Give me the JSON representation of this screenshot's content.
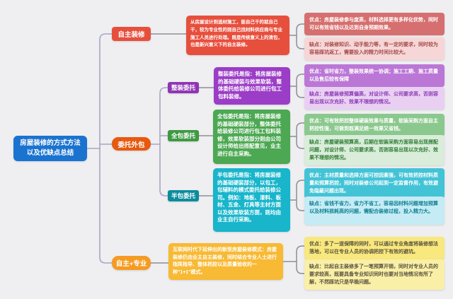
{
  "root": {
    "label": "房屋装修的方式方法以及优缺点总结"
  },
  "branches": [
    {
      "label": "自主装修",
      "desc": "从房屋设计到选材施工，能自己干的就自己干，较为专业性的则自己找材料供应商与专业施工人员进行处理。既是传统意义上的清包，也是新兴意义下的自主装修。",
      "pros": "优点：房屋装修参与度高，材料选择更有多样化优势，同时可以有效省钱以及达到自身预期效果。",
      "cons": "缺点：对装修知识、动手能力等，有一定的要求，同时较为容易踩坑返工，需要投入的精力时间比较大。"
    },
    {
      "label": "委托外包",
      "children": [
        {
          "label": "整装委托",
          "desc": "整装委托是指：将房屋装修的基础硬装与效果软装，整体委托给装修公司进行包工包料装修。",
          "pros": "优点：省时省力，整装效果统一协调；施工工期、施工质量以及售后较有保障",
          "cons": "缺点：房屋装修预算偏高，对设计师、公司要求高，否则容易出现以次充好、效果不理想的情况。"
        },
        {
          "label": "全包委托",
          "desc": "全包委托是指：将房屋装修的基础硬装部分，整体委托给装修公司进行包工包料装修，效果软装部分则由公司设计师给出搭配意见，业主进行自主采购。",
          "pros": "优点：可有效把控整体硬装效果与质量，软装采购方面自主把控性强，可做到既满足统一效果又省钱。",
          "cons": "缺点：房屋硬装预算高，后期在软装采购方面容易出现搭配问题，对设计师、公司要求高，否则容易出现以次充好、效果不理想的情况。"
        },
        {
          "label": "半包委托",
          "desc": "半包委托是指：将房屋装修的基础硬装部分，以包工，包辅料的模式委托给装修公司。例如：地板、漆料、板材、五金、灯具等主材方面以及效果软装方面，则均由业主自行采购。",
          "pros": "优点：主材质量和选择方面可控因素强，可有效把控材料质量和预算把控，同时对装修公司起到一定监督作用，有效避免隐蔽问题出现。",
          "cons": "缺点：省钱不省力，省力不省工，容易因材料问题增加预算以及材料损耗高的问题，需配合装修过程，投入精力大。"
        }
      ]
    },
    {
      "label": "自主+专业",
      "desc": "互联网时代下延伸出的新型房屋装修模式：房屋装修仍由业主自主装修，同时结合专业人士进行指挥指导、整体把控以及质量验收的一种\"1+1\"模式。",
      "pros": "优点：多了一道保障的同时，可以通过专业角度将装修想法落地，可以在专业人员的协调把控下有效的避坑。",
      "cons": "缺点：比起自主装修多了一笔预算开销，同时对专业人员的要求较高，既要具备专业知识同时也要对当地情况有所了解，不然踩坑只是早晚问题。"
    }
  ],
  "colors": {
    "background": "#efeff1",
    "root_blue": "#1a73cf",
    "branch_red": "#e74f3d",
    "branch_orange": "#e6590f",
    "sub_purple": "#9b3dc6",
    "sub_green": "#4ca852",
    "sub_teal": "#18b5cb",
    "branch_amber": "#f59b23",
    "trunk_line": "#a9a4c6",
    "connector_line": "#8d8d96"
  }
}
